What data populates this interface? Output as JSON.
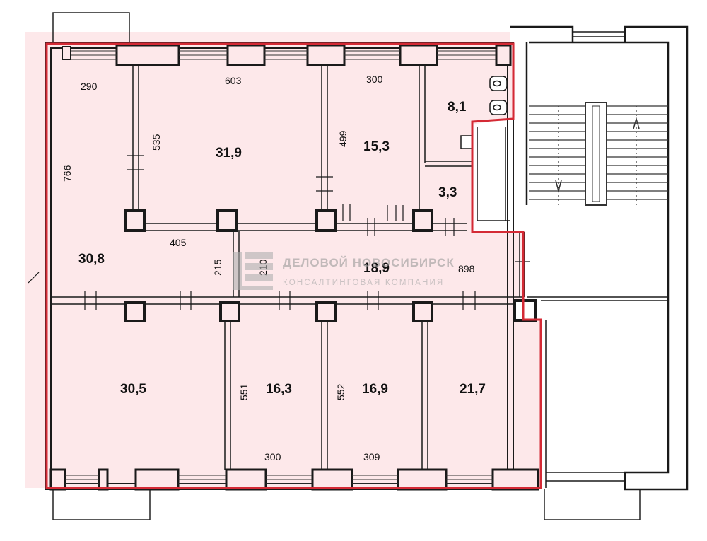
{
  "colors": {
    "highlight_fill": "#fde8ea",
    "highlight_border": "#d42a35",
    "wall": "#1a1a1a",
    "watermark": "#a0a0a0"
  },
  "rooms": [
    {
      "id": "room-top-right-small",
      "area": "8,1"
    },
    {
      "id": "room-top-middle",
      "area": "31,9"
    },
    {
      "id": "room-top-right",
      "area": "15,3"
    },
    {
      "id": "room-wc",
      "area": "3,3"
    },
    {
      "id": "room-left-middle",
      "area": "30,8"
    },
    {
      "id": "room-corridor",
      "area": "18,9"
    },
    {
      "id": "room-bottom-left",
      "area": "30,5"
    },
    {
      "id": "room-bottom-middle-left",
      "area": "16,3"
    },
    {
      "id": "room-bottom-middle-right",
      "area": "16,9"
    },
    {
      "id": "room-bottom-right",
      "area": "21,7"
    }
  ],
  "dimensions": {
    "d290": "290",
    "d603": "603",
    "d300_top": "300",
    "d535": "535",
    "d499": "499",
    "d766": "766",
    "d405": "405",
    "d215": "215",
    "d210": "210",
    "d898": "898",
    "d551": "551",
    "d552": "552",
    "d300_bottom": "300",
    "d309": "309"
  },
  "watermark": {
    "title": "ДЕЛОВОЙ НОВОСИБИРСК",
    "subtitle": "КОНСАЛТИНГОВАЯ КОМПАНИЯ"
  }
}
